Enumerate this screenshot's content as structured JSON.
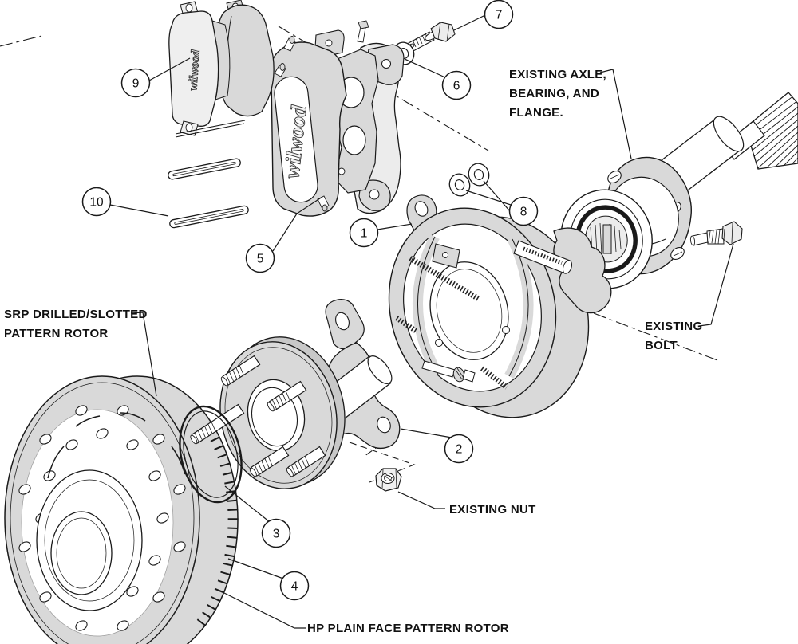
{
  "colors": {
    "background": "#ffffff",
    "part_fill": "#d9d9d9",
    "line": "#1a1a1a"
  },
  "brand": {
    "logo_text": "wilwood"
  },
  "callouts": {
    "c1": "1",
    "c2": "2",
    "c3": "3",
    "c4": "4",
    "c5": "5",
    "c6": "6",
    "c7": "7",
    "c8": "8",
    "c9": "9",
    "c10": "10"
  },
  "labels": {
    "existing_axle": {
      "line1": "EXISTING AXLE,",
      "line2": "BEARING, AND",
      "line3": "FLANGE."
    },
    "existing_bolt": {
      "line1": "EXISTING",
      "line2": "BOLT"
    },
    "existing_nut": {
      "line1": "EXISTING NUT"
    },
    "srp_rotor": {
      "line1": "SRP DRILLED/SLOTTED",
      "line2": "PATTERN ROTOR"
    },
    "hp_rotor": {
      "line1": "HP PLAIN FACE PATTERN ROTOR"
    }
  }
}
